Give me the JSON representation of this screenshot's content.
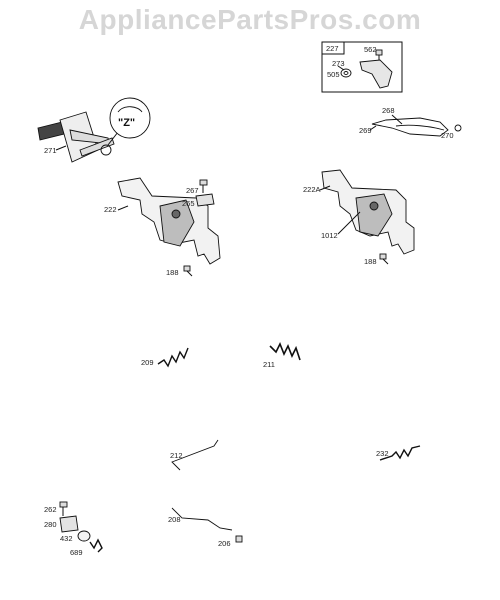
{
  "watermark": "AppliancePartsPros.com",
  "callouts": {
    "inset_box": {
      "c227": "227",
      "c562": "562",
      "c273": "273",
      "c505": "505"
    },
    "c268": "268",
    "c269": "269",
    "c270": "270",
    "c271": "271",
    "zoom_marker": "\"Z\"",
    "c267": "267",
    "c265": "265",
    "c222": "222",
    "c188a": "188",
    "c222A": "222A",
    "c1012": "1012",
    "c188b": "188",
    "c209": "209",
    "c211": "211",
    "c212": "212",
    "c232": "232",
    "c262": "262",
    "c280": "280",
    "c432": "432",
    "c689": "689",
    "c208": "208",
    "c206": "206"
  }
}
